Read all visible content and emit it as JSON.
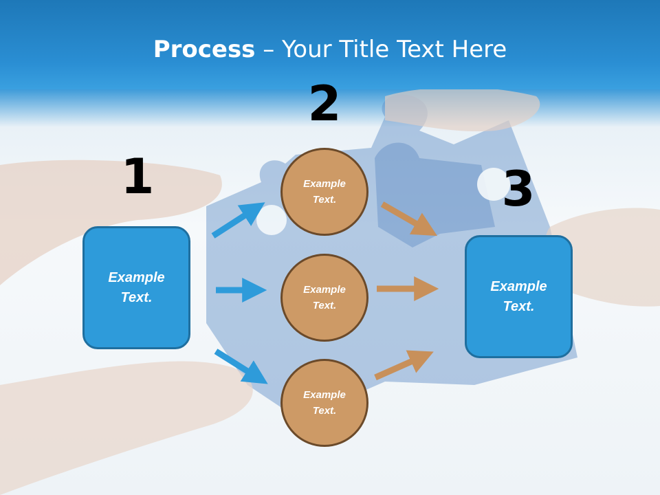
{
  "slide": {
    "title_strong": "Process",
    "title_rest": " – Your Title Text Here"
  },
  "steps": {
    "one": "1",
    "two": "2",
    "three": "3"
  },
  "boxes": {
    "left": "Example Text.",
    "right": "Example Text."
  },
  "circles": [
    "Example Text.",
    "Example Text.",
    "Example Text."
  ],
  "colors": {
    "title_bar": "#2a8ed3",
    "box_fill": "#2e9bda",
    "box_border": "#1f6f9f",
    "circle_fill": "#cd9a66",
    "circle_border": "#6b4a2a",
    "arrow_blue": "#2e9bda",
    "arrow_tan": "#c8905a"
  }
}
